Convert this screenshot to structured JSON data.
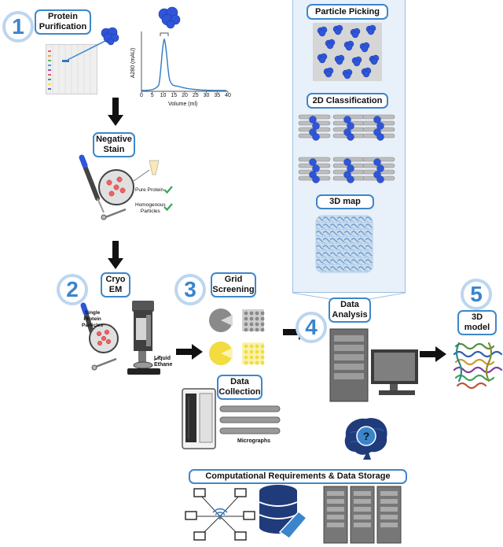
{
  "steps": {
    "s1": {
      "number": "1",
      "label": "Protein\nPurification"
    },
    "neg": {
      "label": "Negative\nStain"
    },
    "s2": {
      "number": "2",
      "label": "Cryo\nEM"
    },
    "s3": {
      "number": "3",
      "label": "Grid\nScreening"
    },
    "collect": {
      "label": "Data\nCollection"
    },
    "s4": {
      "number": "4",
      "label": "Data\nAnalysis"
    },
    "s5": {
      "number": "5",
      "label": "3D\nmodel"
    }
  },
  "analysis_panel": {
    "picking": "Particle Picking",
    "classification": "2D Classification",
    "map": "3D map"
  },
  "chromatogram": {
    "ylabel": "A280 (mAU)",
    "xlabel": "Volume (ml)",
    "xticks": [
      "0",
      "5",
      "10",
      "15",
      "20",
      "25",
      "30",
      "35",
      "40"
    ]
  },
  "annotations": {
    "pure_protein": "Pure Protein",
    "homogenous": "Homogenous\nParticles",
    "single_protein": "Single\nProtein\nParticles",
    "liquid_ethane": "Liquid\nEthane",
    "micrographs": "Micrographs"
  },
  "computational": {
    "label": "Computational Requirements & Data Storage"
  },
  "colors": {
    "accent": "#3a85cc",
    "protein": "#2f56d9",
    "arrow": "#111111",
    "panel": "#e8f0fa"
  }
}
